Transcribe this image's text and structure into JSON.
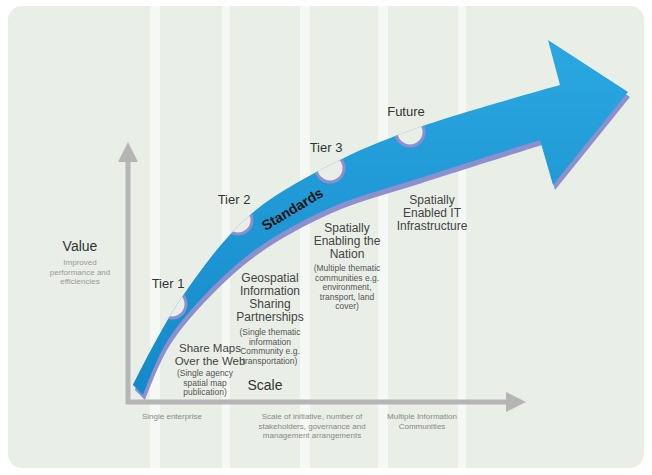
{
  "diagram": {
    "nodes": [
      {
        "text": [
          "Standards"
        ]
      }
    ],
    "labels": [
      "Tier 1",
      "Tier 2",
      "Tier 3",
      "Future",
      "Share Maps Over the Web",
      "(Single agency spatial map publication)",
      "Geospatial Information Sharing Partnerships",
      "(Single thematic information Community e.g. transportation)",
      "Spatially Enabling the Nation",
      "(Multiple thematic communities e.g. environment, transport, land cover)",
      "Spatially Enabled IT Infrastructure",
      "Value",
      "Improved performance and efficiencies",
      "Scale",
      "Single enterprise",
      "Scale of initiative, number of stakeholders, governance and management arrangements",
      "Multiple Information Communities"
    ]
  }
}
